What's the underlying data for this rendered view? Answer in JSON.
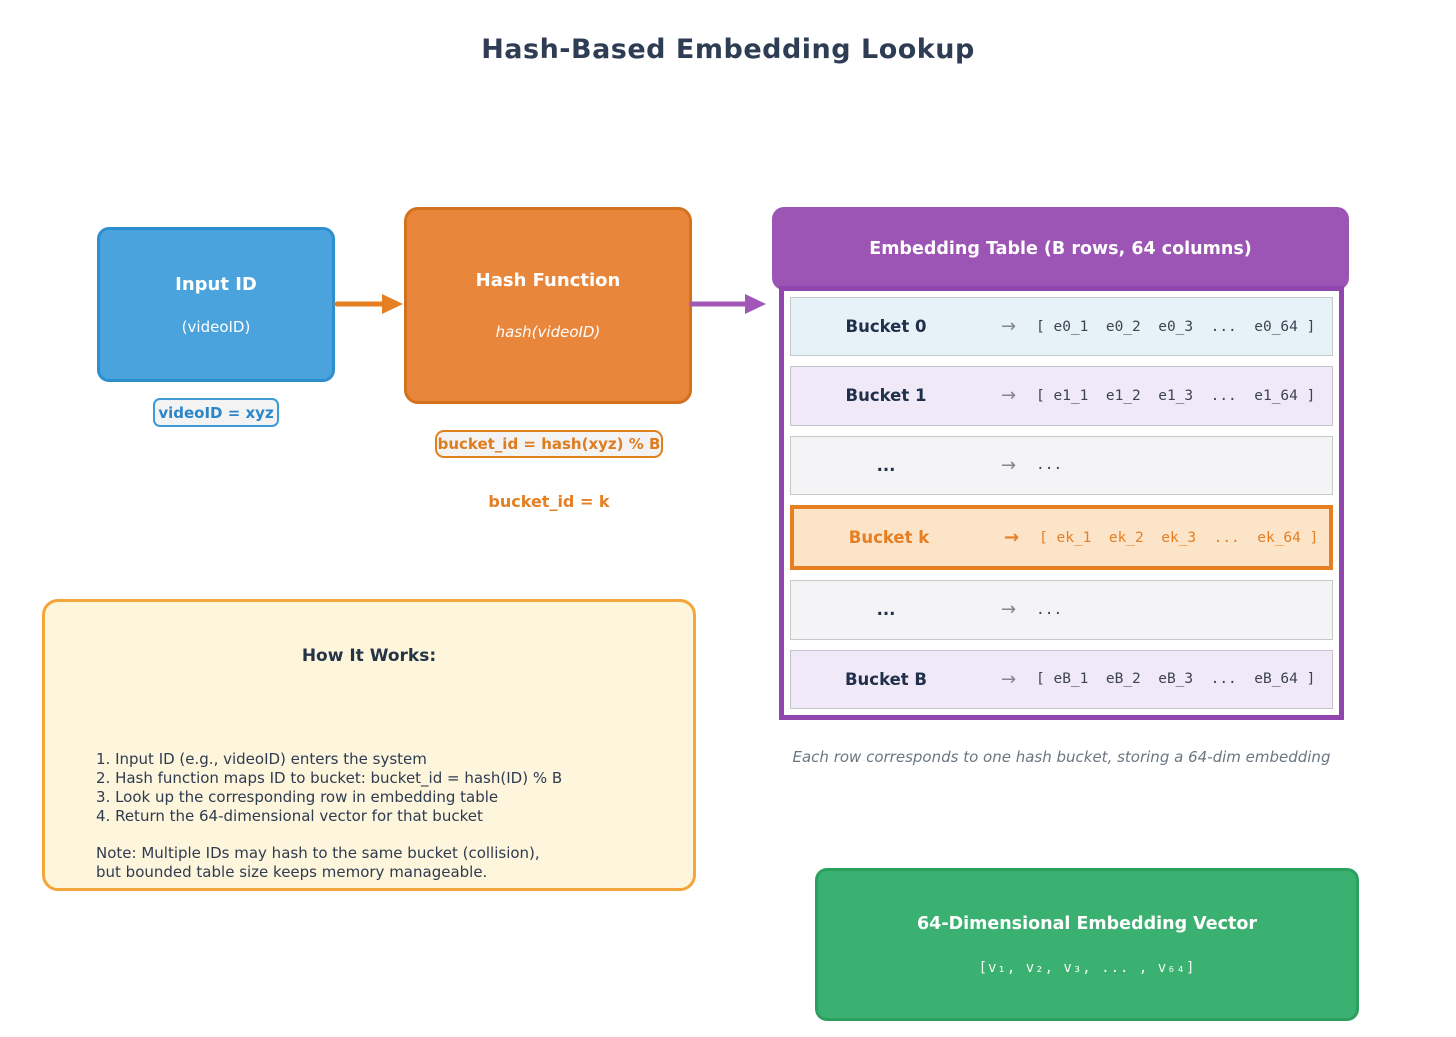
{
  "title": "Hash-Based Embedding Lookup",
  "input_box": {
    "title": "Input ID",
    "subtitle": "(videoID)"
  },
  "input_label": "videoID = xyz",
  "hash_box": {
    "title": "Hash Function",
    "subtitle": "hash(videoID)"
  },
  "hash_label": "bucket_id = hash(xyz) % B",
  "bucket_result_label": "bucket_id = k",
  "embedding_table": {
    "header": "Embedding Table (B rows, 64 columns)",
    "arrow_glyph": "→",
    "rows": [
      {
        "label": "Bucket 0",
        "values": "[ e0_1  e0_2  e0_3  ...  e0_64 ]"
      },
      {
        "label": "Bucket 1",
        "values": "[ e1_1  e1_2  e1_3  ...  e1_64 ]"
      },
      {
        "label": "...",
        "values": "..."
      },
      {
        "label": "Bucket k",
        "values": "[ ek_1  ek_2  ek_3  ...  ek_64 ]"
      },
      {
        "label": "...",
        "values": "..."
      },
      {
        "label": "Bucket B",
        "values": "[ eB_1  eB_2  eB_3  ...  eB_64 ]"
      }
    ],
    "caption": "Each row corresponds to one hash bucket, storing a 64-dim embedding"
  },
  "how_it_works": {
    "title": "How It Works:",
    "steps": [
      "1. Input ID (e.g., videoID) enters the system",
      "2. Hash function maps ID to bucket: bucket_id = hash(ID) % B",
      "3. Look up the corresponding row in embedding table",
      "4. Return the 64-dimensional vector for that bucket"
    ],
    "note_lines": [
      "Note: Multiple IDs may hash to the same bucket (collision),",
      "but bounded table size keeps memory manageable."
    ]
  },
  "output_box": {
    "title": "64-Dimensional Embedding Vector",
    "vector": "[v₁, v₂, v₃, ... , v₆₄]"
  },
  "colors": {
    "input_fill": "#4aa3dd",
    "hash_fill": "#e8873c",
    "table_header_fill": "#9c55b4",
    "table_border": "#9146ad",
    "highlight": "#e67e22",
    "output_fill": "#3ab170",
    "note_panel_fill": "#fdf5dc",
    "note_panel_border": "#f5a63a",
    "title_text": "#2e3d54"
  }
}
